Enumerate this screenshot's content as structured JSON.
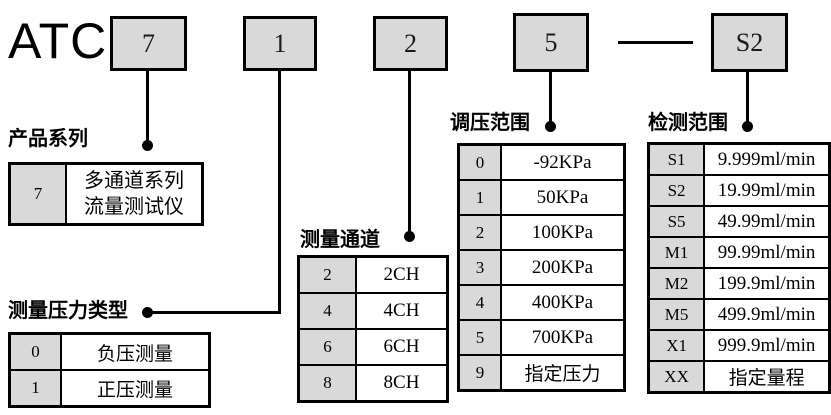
{
  "brand": "ATC",
  "model": {
    "segments": [
      "7",
      "1",
      "2",
      "5",
      "S2"
    ],
    "separator": "—"
  },
  "sections": {
    "series": {
      "heading": "产品系列",
      "rows": [
        {
          "code": "7",
          "desc": "多通道系列\n流量测试仪"
        }
      ]
    },
    "pressure_type": {
      "heading": "测量压力类型",
      "rows": [
        {
          "code": "0",
          "desc": "负压测量"
        },
        {
          "code": "1",
          "desc": "正压测量"
        }
      ]
    },
    "channels": {
      "heading": "测量通道",
      "rows": [
        {
          "code": "2",
          "desc": "2CH"
        },
        {
          "code": "4",
          "desc": "4CH"
        },
        {
          "code": "6",
          "desc": "6CH"
        },
        {
          "code": "8",
          "desc": "8CH"
        }
      ]
    },
    "pressure_range": {
      "heading": "调压范围",
      "rows": [
        {
          "code": "0",
          "desc": "-92KPa"
        },
        {
          "code": "1",
          "desc": "50KPa"
        },
        {
          "code": "2",
          "desc": "100KPa"
        },
        {
          "code": "3",
          "desc": "200KPa"
        },
        {
          "code": "4",
          "desc": "400KPa"
        },
        {
          "code": "5",
          "desc": "700KPa"
        },
        {
          "code": "9",
          "desc": "指定压力"
        }
      ]
    },
    "detection_range": {
      "heading": "检测范围",
      "rows": [
        {
          "code": "S1",
          "desc": "9.999ml/min"
        },
        {
          "code": "S2",
          "desc": "19.99ml/min"
        },
        {
          "code": "S5",
          "desc": "49.99ml/min"
        },
        {
          "code": "M1",
          "desc": "99.99ml/min"
        },
        {
          "code": "M2",
          "desc": "199.9ml/min"
        },
        {
          "code": "M5",
          "desc": "499.9ml/min"
        },
        {
          "code": "X1",
          "desc": "999.9ml/min"
        },
        {
          "code": "XX",
          "desc": "指定量程"
        }
      ]
    }
  },
  "colors": {
    "box_fill": "#d9d9d9",
    "line": "#000000",
    "background": "#ffffff"
  }
}
